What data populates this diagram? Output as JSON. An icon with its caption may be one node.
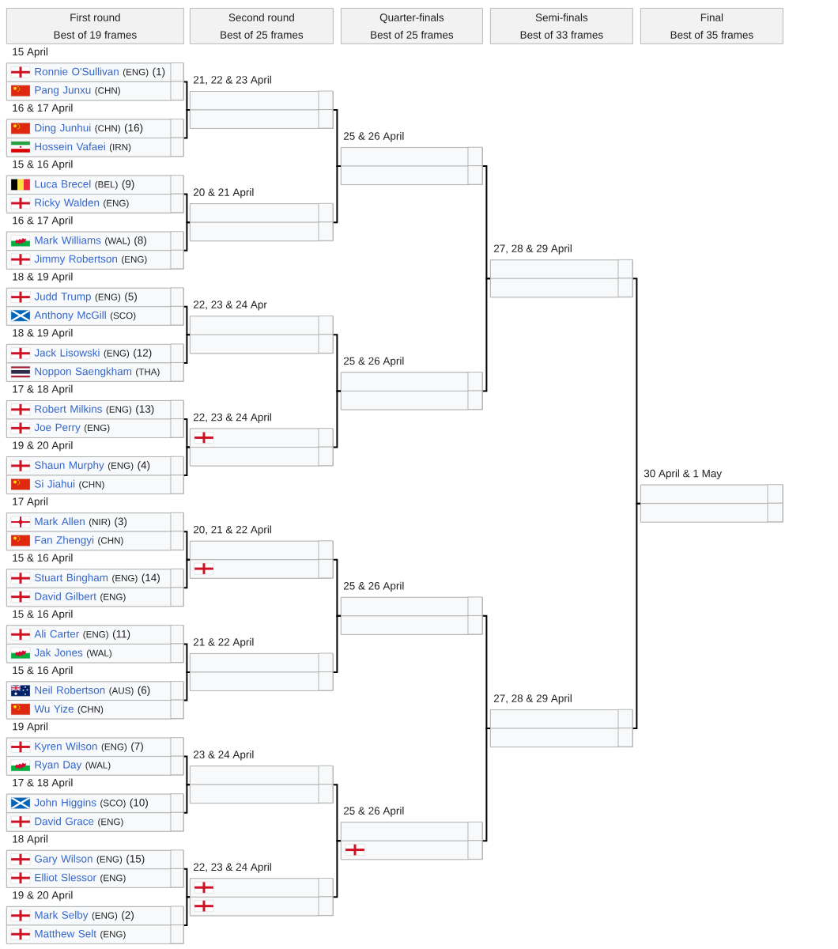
{
  "diagram": {
    "nodes": [
      {
        "text": [
          "First round",
          "Best of 19 frames"
        ]
      },
      {
        "text": [
          "Second round",
          "Best of 25 frames"
        ]
      },
      {
        "text": [
          "Quarter-finals",
          "Best of 25 frames"
        ]
      },
      {
        "text": [
          "Semi-finals",
          "Best of 33 frames"
        ]
      },
      {
        "text": [
          "Final",
          "Best of 35 frames"
        ]
      },
      {
        "text": [],
        "shape": "box",
        "beside": [
          "15 April"
        ]
      },
      {
        "text": [
          "Ronnie O'Sullivan",
          "(ENG)",
          "(1)"
        ],
        "in": 5
      },
      {
        "text": [
          "Pang Junxu",
          "(CHN)"
        ],
        "in": 5
      },
      {
        "text": [],
        "shape": "box",
        "beside": [
          "16 & 17 April"
        ]
      },
      {
        "text": [
          "Ding Junhui",
          "(CHN)",
          "(16)"
        ],
        "in": 8
      },
      {
        "text": [
          "Hossein Vafaei",
          "(IRN)"
        ],
        "in": 8
      },
      {
        "text": [],
        "shape": "box",
        "beside": [
          "15 & 16 April"
        ]
      },
      {
        "text": [
          "Luca Brecel",
          "(BEL)",
          "(9)"
        ],
        "in": 11
      },
      {
        "text": [
          "Ricky Walden",
          "(ENG)"
        ],
        "in": 11
      },
      {
        "text": [],
        "shape": "box",
        "beside": [
          "16 & 17 April"
        ]
      },
      {
        "text": [
          "Mark Williams",
          "(WAL)",
          "(8)"
        ],
        "in": 14
      },
      {
        "text": [
          "Jimmy Robertson",
          "(ENG)"
        ],
        "in": 14
      },
      {
        "text": [],
        "shape": "box",
        "beside": [
          "18 & 19 April"
        ]
      },
      {
        "text": [
          "Judd Trump",
          "(ENG)",
          "(5)"
        ],
        "in": 17
      },
      {
        "text": [
          "Anthony McGill",
          "(SCO)"
        ],
        "in": 17
      },
      {
        "text": [],
        "shape": "box",
        "beside": [
          "18 & 19 April"
        ]
      },
      {
        "text": [
          "Jack Lisowski",
          "(ENG)",
          "(12)"
        ],
        "in": 20
      },
      {
        "text": [
          "Noppon Saengkham",
          "(THA)"
        ],
        "in": 20
      },
      {
        "text": [],
        "shape": "box",
        "beside": [
          "17 & 18 April"
        ]
      },
      {
        "text": [
          "Robert Milkins",
          "(ENG)",
          "(13)"
        ],
        "in": 23
      },
      {
        "text": [
          "Joe Perry",
          "(ENG)"
        ],
        "in": 23
      },
      {
        "text": [],
        "shape": "box",
        "beside": [
          "19 & 20 April"
        ]
      },
      {
        "text": [
          "Shaun Murphy",
          "(ENG)",
          "(4)"
        ],
        "in": 26
      },
      {
        "text": [
          "Si Jiahui",
          "(CHN)"
        ],
        "in": 26
      },
      {
        "text": [],
        "shape": "box",
        "beside": [
          "17 April"
        ]
      },
      {
        "text": [
          "Mark Allen",
          "(NIR)",
          "(3)"
        ],
        "in": 29
      },
      {
        "text": [
          "Fan Zhengyi",
          "(CHN)"
        ],
        "in": 29
      },
      {
        "text": [],
        "shape": "box",
        "beside": [
          "15 & 16 April"
        ]
      },
      {
        "text": [
          "Stuart Bingham",
          "(ENG)",
          "(14)"
        ],
        "in": 32
      },
      {
        "text": [
          "David Gilbert",
          "(ENG)"
        ],
        "in": 32
      },
      {
        "text": [],
        "shape": "box",
        "beside": [
          "15 & 16 April"
        ]
      },
      {
        "text": [
          "Ali Carter",
          "(ENG)",
          "(11)"
        ],
        "in": 35
      },
      {
        "text": [
          "Jak Jones",
          "(WAL)"
        ],
        "in": 35
      },
      {
        "text": [],
        "shape": "box",
        "beside": [
          "15 & 16 April"
        ]
      },
      {
        "text": [
          "Neil Robertson",
          "(AUS)",
          "(6)"
        ],
        "in": 38
      },
      {
        "text": [
          "Wu Yize",
          "(CHN)"
        ],
        "in": 38
      },
      {
        "text": [],
        "shape": "box",
        "beside": [
          "19 April"
        ]
      },
      {
        "text": [
          "Kyren Wilson",
          "(ENG)",
          "(7)"
        ],
        "in": 41
      },
      {
        "text": [
          "Ryan Day",
          "(WAL)"
        ],
        "in": 41
      },
      {
        "text": [],
        "shape": "box",
        "beside": [
          "17 & 18 April"
        ]
      },
      {
        "text": [
          "John Higgins",
          "(SCO)",
          "(10)"
        ],
        "in": 44
      },
      {
        "text": [
          "David Grace",
          "(ENG)"
        ],
        "in": 44
      },
      {
        "text": [],
        "shape": "box",
        "beside": [
          "18 April"
        ]
      },
      {
        "text": [
          "Gary Wilson",
          "(ENG)",
          "(15)"
        ],
        "in": 47
      },
      {
        "text": [
          "Elliot Slessor",
          "(ENG)"
        ],
        "in": 47
      },
      {
        "text": [],
        "shape": "box",
        "beside": [
          "19 & 20 April"
        ]
      },
      {
        "text": [
          "Mark Selby",
          "(ENG)",
          "(2)"
        ],
        "in": 50
      },
      {
        "text": [
          "Matthew Selt",
          "(ENG)"
        ],
        "in": 50
      },
      {
        "text": [],
        "shape": "box",
        "beside": [
          "21, 22 & 23 April"
        ]
      },
      {
        "text": [],
        "shape": "box",
        "in": 53
      },
      {
        "text": [],
        "shape": "box",
        "in": 53
      },
      {
        "text": [],
        "shape": "box",
        "beside": [
          "20 & 21 April"
        ]
      },
      {
        "text": [],
        "shape": "box",
        "in": 56
      },
      {
        "text": [],
        "shape": "box",
        "in": 56
      },
      {
        "text": [],
        "shape": "box",
        "beside": [
          "22, 23 & 24 Apr"
        ]
      },
      {
        "text": [],
        "shape": "box",
        "in": 59
      },
      {
        "text": [],
        "shape": "box",
        "in": 59
      },
      {
        "text": [],
        "shape": "box",
        "beside": [
          "22, 23 & 24 April"
        ]
      },
      {
        "text": [],
        "shape": "box",
        "in": 62
      },
      {
        "text": [],
        "shape": "box",
        "in": 62
      },
      {
        "text": [],
        "shape": "box",
        "beside": [
          "20, 21 & 22 April"
        ]
      },
      {
        "text": [],
        "shape": "box",
        "in": 65
      },
      {
        "text": [],
        "shape": "box",
        "in": 65
      },
      {
        "text": [],
        "shape": "box",
        "beside": [
          "21 & 22 April"
        ]
      },
      {
        "text": [],
        "shape": "box",
        "in": 68
      },
      {
        "text": [],
        "shape": "box",
        "in": 68
      },
      {
        "text": [],
        "shape": "box",
        "beside": [
          "23 & 24 April"
        ]
      },
      {
        "text": [],
        "shape": "box",
        "in": 71
      },
      {
        "text": [],
        "shape": "box",
        "in": 71
      },
      {
        "text": [],
        "shape": "box",
        "beside": [
          "22, 23 & 24 April"
        ]
      },
      {
        "text": [],
        "shape": "box",
        "in": 74
      },
      {
        "text": [],
        "shape": "box",
        "in": 74
      },
      {
        "text": [],
        "shape": "box",
        "beside": [
          "25 & 26 April"
        ]
      },
      {
        "text": [],
        "shape": "box",
        "in": 77
      },
      {
        "text": [],
        "shape": "box",
        "in": 77
      },
      {
        "text": [],
        "shape": "box",
        "beside": [
          "25 & 26 April"
        ]
      },
      {
        "text": [],
        "shape": "box",
        "in": 80
      },
      {
        "text": [],
        "shape": "box",
        "in": 80
      },
      {
        "text": [],
        "shape": "box",
        "beside": [
          "25 & 26 April"
        ]
      },
      {
        "text": [],
        "shape": "box",
        "in": 83
      },
      {
        "text": [],
        "shape": "box",
        "in": 83
      },
      {
        "text": [],
        "shape": "box",
        "beside": [
          "25 & 26 April"
        ]
      },
      {
        "text": [],
        "shape": "box",
        "in": 86
      },
      {
        "text": [],
        "shape": "box",
        "in": 86
      },
      {
        "text": [],
        "shape": "box",
        "beside": [
          "27, 28 & 29 April"
        ]
      },
      {
        "text": [],
        "shape": "box",
        "in": 89
      },
      {
        "text": [],
        "shape": "box",
        "in": 89
      },
      {
        "text": [],
        "shape": "box",
        "beside": [
          "27, 28 & 29 April"
        ]
      },
      {
        "text": [],
        "shape": "box",
        "in": 92
      },
      {
        "text": [],
        "shape": "box",
        "in": 92
      },
      {
        "text": [],
        "shape": "box",
        "beside": [
          "30 April & 1 May"
        ]
      },
      {
        "text": [],
        "shape": "box",
        "in": 95
      },
      {
        "text": [],
        "shape": "box",
        "in": 95
      }
    ],
    "edges": [
      {
        "from": 5,
        "to": 53,
        "arrow": "none"
      },
      {
        "from": 8,
        "to": 53,
        "arrow": "none"
      },
      {
        "from": 11,
        "to": 56,
        "arrow": "none"
      },
      {
        "from": 14,
        "to": 56,
        "arrow": "none"
      },
      {
        "from": 17,
        "to": 59,
        "arrow": "none"
      },
      {
        "from": 20,
        "to": 59,
        "arrow": "none"
      },
      {
        "from": 23,
        "to": 62,
        "arrow": "none"
      },
      {
        "from": 26,
        "to": 62,
        "arrow": "none"
      },
      {
        "from": 29,
        "to": 65,
        "arrow": "none"
      },
      {
        "from": 32,
        "to": 65,
        "arrow": "none"
      },
      {
        "from": 35,
        "to": 68,
        "arrow": "none"
      },
      {
        "from": 38,
        "to": 68,
        "arrow": "none"
      },
      {
        "from": 41,
        "to": 71,
        "arrow": "none"
      },
      {
        "from": 44,
        "to": 71,
        "arrow": "none"
      },
      {
        "from": 47,
        "to": 74,
        "arrow": "none"
      },
      {
        "from": 50,
        "to": 74,
        "arrow": "none"
      },
      {
        "from": 53,
        "to": 77,
        "arrow": "none"
      },
      {
        "from": 56,
        "to": 77,
        "arrow": "none"
      },
      {
        "from": 59,
        "to": 80,
        "arrow": "none"
      },
      {
        "from": 62,
        "to": 80,
        "arrow": "none"
      },
      {
        "from": 65,
        "to": 83,
        "arrow": "none"
      },
      {
        "from": 68,
        "to": 83,
        "arrow": "none"
      },
      {
        "from": 71,
        "to": 86,
        "arrow": "none"
      },
      {
        "from": 74,
        "to": 86,
        "arrow": "none"
      },
      {
        "from": 77,
        "to": 89,
        "arrow": "none"
      },
      {
        "from": 80,
        "to": 89,
        "arrow": "none"
      },
      {
        "from": 83,
        "to": 92,
        "arrow": "none"
      },
      {
        "from": 86,
        "to": 92,
        "arrow": "none"
      },
      {
        "from": 89,
        "to": 95,
        "arrow": "none"
      },
      {
        "from": 92,
        "to": 95,
        "arrow": "none"
      }
    ]
  }
}
